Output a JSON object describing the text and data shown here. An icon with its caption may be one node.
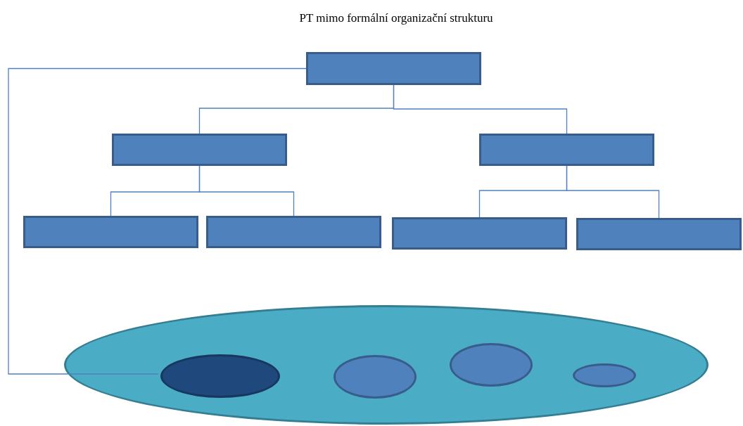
{
  "diagram": {
    "title": "PT mimo formální organizační strukturu",
    "nodes": [
      {
        "text": [],
        "shape": "box"
      },
      {
        "text": [],
        "shape": "box"
      },
      {
        "text": [],
        "shape": "box"
      },
      {
        "text": [],
        "shape": "box"
      },
      {
        "text": [],
        "shape": "box"
      },
      {
        "text": [],
        "shape": "box"
      },
      {
        "text": [],
        "shape": "box"
      },
      {
        "text": [],
        "shape": "ellipse"
      },
      {
        "text": [],
        "shape": "ellipse",
        "in": 7
      },
      {
        "text": [],
        "shape": "ellipse",
        "in": 7
      },
      {
        "text": [],
        "shape": "ellipse",
        "in": 7
      },
      {
        "text": [],
        "shape": "ellipse",
        "in": 7
      }
    ],
    "edges": [
      {
        "from": 0,
        "to": 1,
        "arrow": "none"
      },
      {
        "from": 0,
        "to": 2,
        "arrow": "none"
      },
      {
        "from": 1,
        "to": 3,
        "arrow": "none"
      },
      {
        "from": 1,
        "to": 4,
        "arrow": "none"
      },
      {
        "from": 2,
        "to": 5,
        "arrow": "none"
      },
      {
        "from": 2,
        "to": 6,
        "arrow": "none"
      },
      {
        "from": 0,
        "to": 8,
        "arrow": "none"
      }
    ]
  }
}
